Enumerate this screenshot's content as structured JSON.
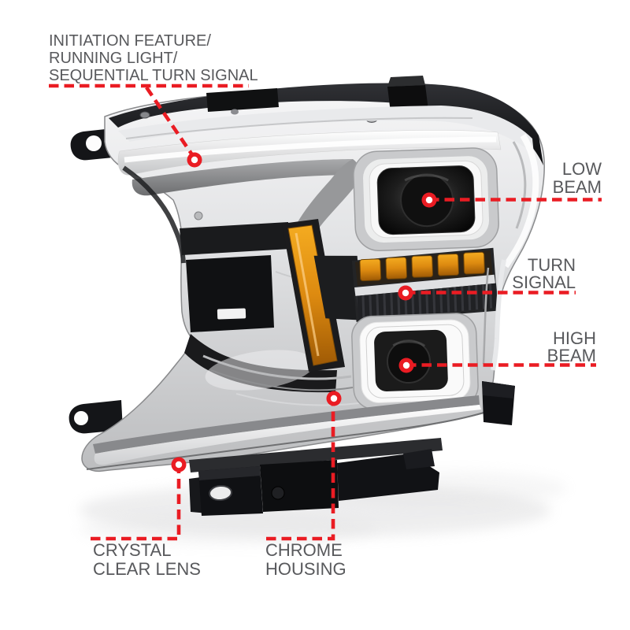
{
  "colors": {
    "background": "#FFFFFF",
    "annotation_red": "#EA1C23",
    "label_gray": "#58595C",
    "amber_reflector": "#DD8A10",
    "chrome_silver": "#D9DADC",
    "housing_black": "#141518"
  },
  "callouts": {
    "initiation_feature": {
      "line1": "INITIATION FEATURE/",
      "line2": "RUNNING LIGHT/",
      "line3": "SEQUENTIAL TURN SIGNAL"
    },
    "low_beam": {
      "line1": "LOW",
      "line2": "BEAM"
    },
    "turn_signal": {
      "line1": "TURN",
      "line2": "SIGNAL"
    },
    "high_beam": {
      "line1": "HIGH",
      "line2": "BEAM"
    },
    "crystal_clear_lens": {
      "line1": "CRYSTAL",
      "line2": "CLEAR LENS"
    },
    "chrome_housing": {
      "line1": "CHROME",
      "line2": "HOUSING"
    }
  }
}
